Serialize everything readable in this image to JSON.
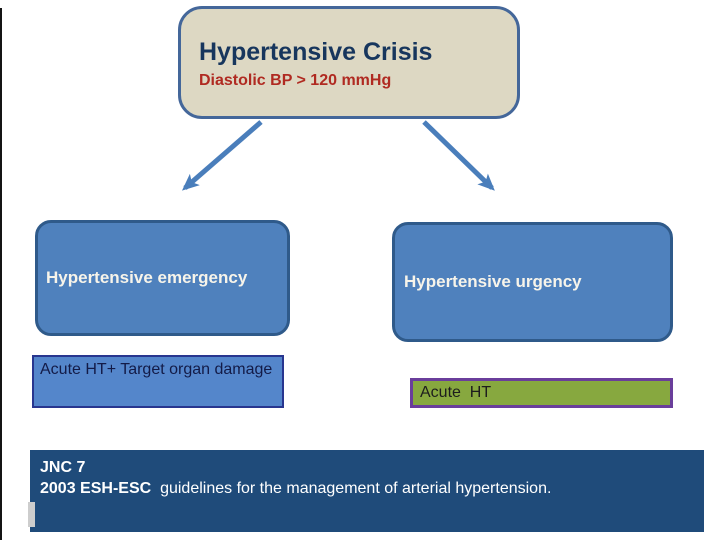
{
  "title_box": {
    "title": "Hypertensive Crisis",
    "subtitle": "Diastolic BP > 120 mmHg"
  },
  "branches": {
    "left": {
      "label": "Hypertensive emergency",
      "detail": "Acute HT+ Target organ damage"
    },
    "right": {
      "label": "Hypertensive urgency",
      "detail": "Acute  HT"
    }
  },
  "footer": {
    "line1": "JNC 7",
    "line2_bold": "2003 ESH-ESC",
    "line2_rest": "  guidelines for the management of arterial hypertension."
  },
  "colors": {
    "title_box_fill": "#ddd8c3",
    "title_box_border": "#44679a",
    "title_text": "#17365d",
    "subtitle_text": "#b02a21",
    "arrow": "#4a7ebb",
    "branch_fill": "#4f81bd",
    "branch_border": "#2f5a8a",
    "branch_text": "#f7f4ea",
    "target_organ_fill": "#5486cb",
    "target_organ_border": "#28368f",
    "target_organ_text": "#131b47",
    "acute_ht_fill": "#87a83f",
    "acute_ht_border": "#6a3e9b",
    "acute_ht_text": "#1d1d1d",
    "footer_fill": "#1f4b7a",
    "footer_text": "#ffffff"
  }
}
